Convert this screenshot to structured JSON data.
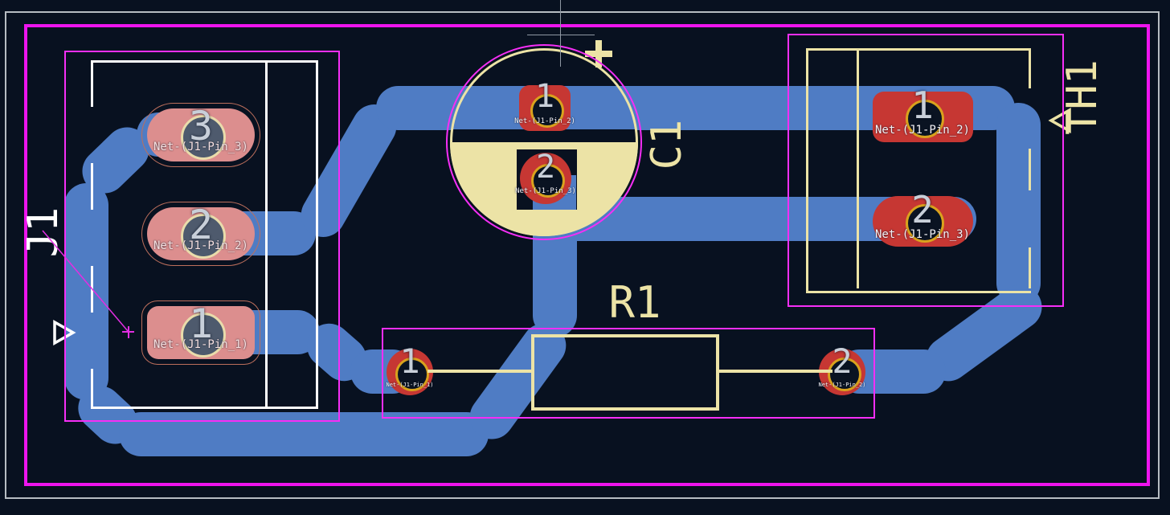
{
  "editor": {
    "view": "pcb-layout",
    "board_outline_layer": "Edge.Cuts"
  },
  "components": {
    "J1": {
      "ref": "J1",
      "pads": [
        {
          "number": "3",
          "net": "Net-(J1-Pin_3)"
        },
        {
          "number": "2",
          "net": "Net-(J1-Pin_2)"
        },
        {
          "number": "1",
          "net": "Net-(J1-Pin_1)"
        }
      ]
    },
    "C1": {
      "ref": "C1",
      "polarity_marker": "+",
      "pads": [
        {
          "number": "1",
          "net": "Net-(J1-Pin_2)"
        },
        {
          "number": "2",
          "net": "Net-(J1-Pin_3)"
        }
      ]
    },
    "TH1": {
      "ref": "TH1",
      "pads": [
        {
          "number": "1",
          "net": "Net-(J1-Pin_2)"
        },
        {
          "number": "2",
          "net": "Net-(J1-Pin_3)"
        }
      ]
    },
    "R1": {
      "ref": "R1",
      "pads": [
        {
          "number": "1",
          "net": "Net-(J1-Pin_1)"
        },
        {
          "number": "2",
          "net": "Net-(J1-Pin_2)"
        }
      ]
    }
  },
  "colors": {
    "background": "#081120",
    "copper_trace_blue": "#4f7cc4",
    "pad_red": "#c63733",
    "pad_selected_salmon": "#dc8e8e",
    "pad_clearance_coral": "#bd6f5c",
    "drill_ring_gold": "#d9a21d",
    "drill_ring_pale": "#e9dcab",
    "silkscreen_yellow": "#ece3a6",
    "fab_white": "#ffffff",
    "board_edge_magenta": "#ee14ee",
    "selection_magenta": "#f62ef6",
    "sheet_frame_gray": "#b6bcc2"
  }
}
